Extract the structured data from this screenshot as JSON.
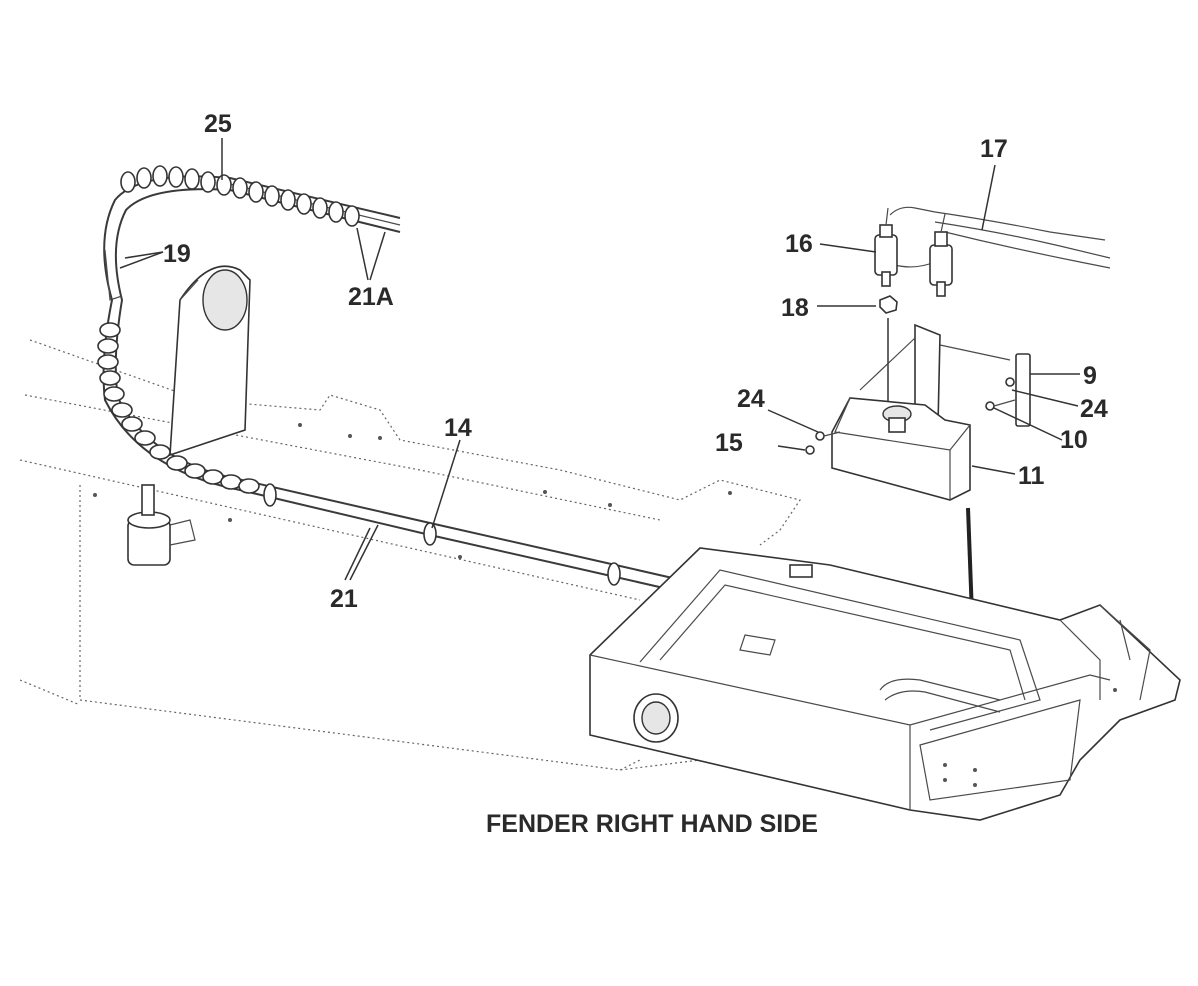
{
  "diagram": {
    "caption": "FENDER RIGHT HAND SIDE",
    "callouts": {
      "c25": "25",
      "c19": "19",
      "c21a": "21A",
      "c14": "14",
      "c21": "21",
      "c17": "17",
      "c16": "16",
      "c18": "18",
      "c9": "9",
      "c24a": "24",
      "c24b": "24",
      "c10": "10",
      "c15": "15",
      "c11": "11"
    }
  }
}
